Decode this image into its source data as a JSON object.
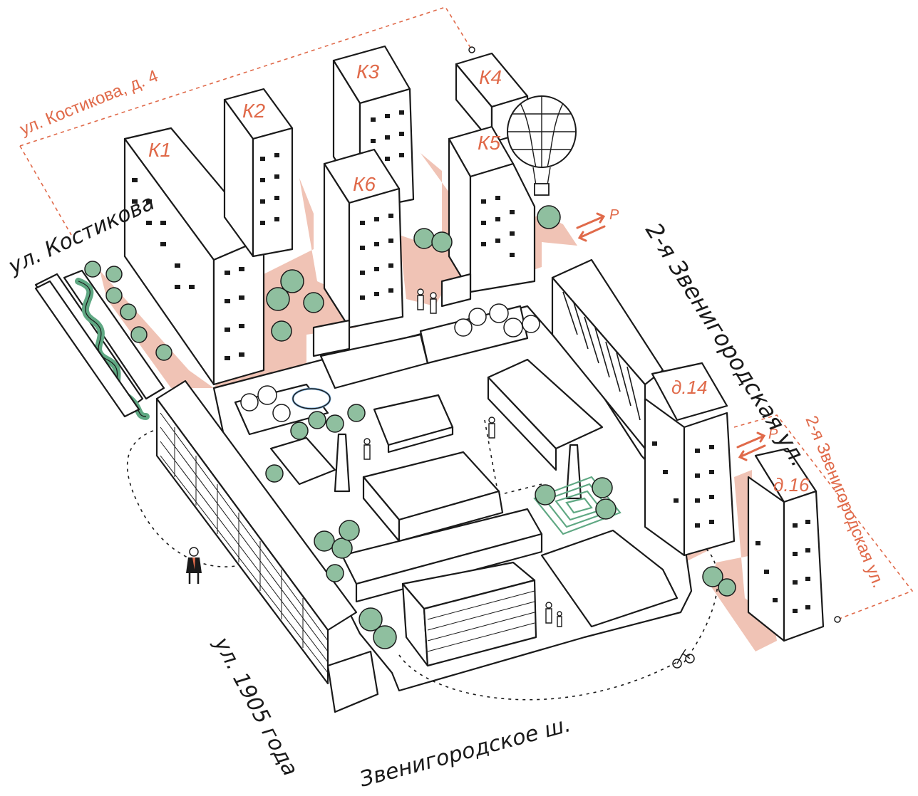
{
  "colors": {
    "ink": "#1a1a1a",
    "accent": "#e06a4a",
    "zone_fill": "#f0c3b5",
    "tree_fill": "#8fbf9f",
    "maze_stroke": "#5fa883"
  },
  "site_labels": {
    "top_address": "ул. Костикова, д. 4",
    "right_address": "2-я Звенигородская ул."
  },
  "streets": {
    "kostikova": "ул. Костикова",
    "zvenigorodskaya_2": "2-я Звенигородская ул.",
    "year_1905": "ул. 1905 года",
    "zvenigorodskoe": "Звенигородское ш."
  },
  "buildings": [
    {
      "id": "k1",
      "label": "К1"
    },
    {
      "id": "k2",
      "label": "К2"
    },
    {
      "id": "k3",
      "label": "К3"
    },
    {
      "id": "k4",
      "label": "К4"
    },
    {
      "id": "k5",
      "label": "К5"
    },
    {
      "id": "k6",
      "label": "К6"
    },
    {
      "id": "d14",
      "label": "д.14"
    },
    {
      "id": "d16",
      "label": "д.16"
    }
  ],
  "parking": [
    {
      "id": "p1",
      "label": "P"
    },
    {
      "id": "p2",
      "label": "P"
    }
  ],
  "icons": [
    "hot-air-balloon-icon",
    "parking-arrows-icon",
    "bicycle-icon",
    "pedestrian-icon",
    "tree-icon",
    "maze-icon"
  ]
}
